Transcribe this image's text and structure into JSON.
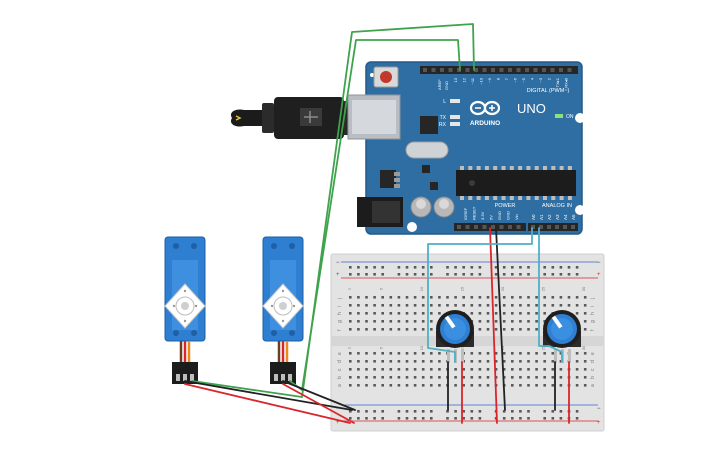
{
  "board": {
    "logo": "ARDUINO",
    "model": "UNO",
    "digital_label": "DIGITAL (PWM~)",
    "power_label": "POWER",
    "analog_label": "ANALOG IN",
    "on_label": "ON",
    "led_l": "L",
    "led_tx": "TX",
    "led_rx": "RX",
    "aref": "AREF",
    "gnd": "GND",
    "digital_pins": [
      "13",
      "12",
      "~11",
      "~10",
      "~9",
      "8",
      "7",
      "~6",
      "~5",
      "4",
      "~3",
      "2",
      "TX▸1",
      "RX◂0"
    ],
    "power_pins": [
      "IOREF",
      "RESET",
      "3.3V",
      "5V",
      "GND",
      "GND",
      "Vin"
    ],
    "analog_pins": [
      "A0",
      "A1",
      "A2",
      "A3",
      "A4",
      "A5"
    ]
  },
  "breadboard": {
    "row_letters_top": [
      "j",
      "i",
      "h",
      "g",
      "f"
    ],
    "row_letters_bottom": [
      "e",
      "d",
      "c",
      "b",
      "a"
    ],
    "columns": [
      "1",
      "",
      "",
      "",
      "5",
      "",
      "",
      "",
      "",
      "10",
      "",
      "",
      "",
      "",
      "15",
      "",
      "",
      "",
      "",
      "20",
      "",
      "",
      "",
      "",
      "25",
      "",
      "",
      "",
      "",
      "30"
    ],
    "rail_minus": "−",
    "rail_plus": "+"
  },
  "colors": {
    "board": "#2e6ea3",
    "board_dark": "#1f5585",
    "wire_green": "#3fa34d",
    "wire_red": "#d9262b",
    "wire_black": "#222222",
    "wire_cyan": "#4fb0c6",
    "servo": "#2e7ed1"
  }
}
